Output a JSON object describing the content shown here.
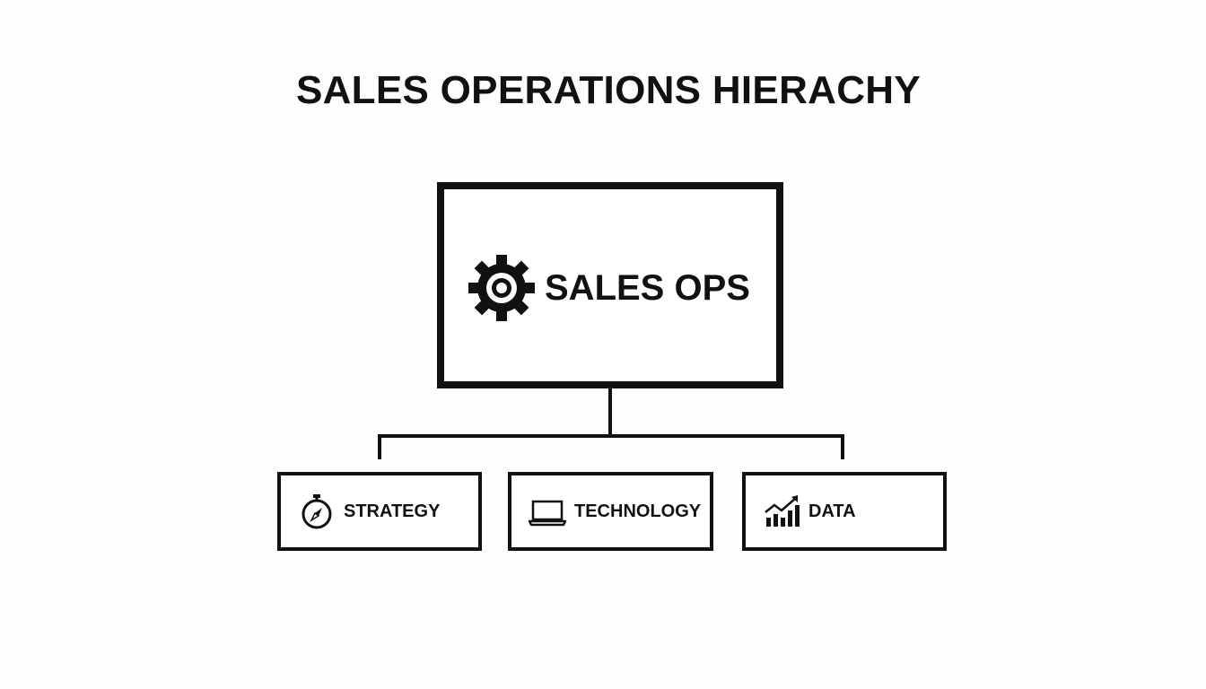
{
  "diagram": {
    "title": "SALES OPERATIONS HIERACHY",
    "root": {
      "label": "SALES OPS",
      "icon": "gear-icon"
    },
    "children": [
      {
        "label": "STRATEGY",
        "icon": "compass-stopwatch-icon"
      },
      {
        "label": "TECHNOLOGY",
        "icon": "laptop-icon"
      },
      {
        "label": "DATA",
        "icon": "bar-chart-trend-icon"
      }
    ]
  },
  "colors": {
    "ink": "#111111",
    "background": "#fefefe"
  }
}
